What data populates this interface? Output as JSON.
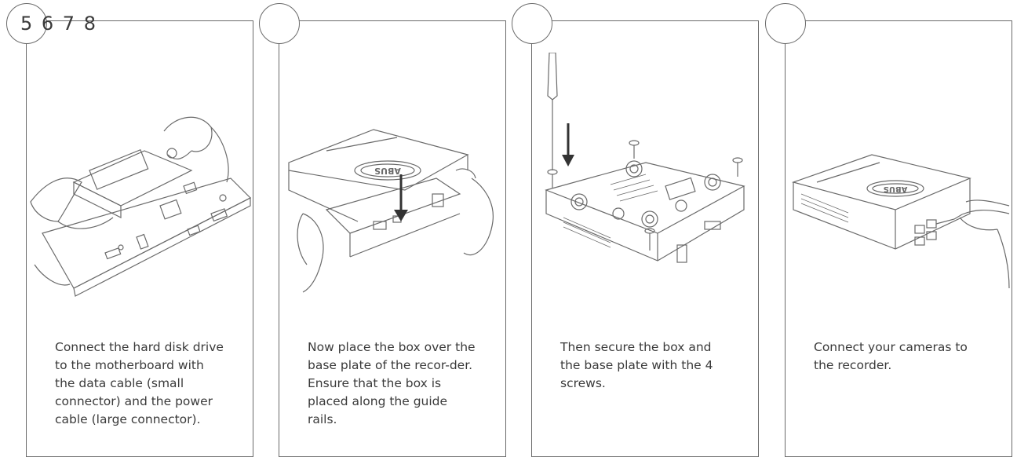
{
  "step_numbers": "5 6 7 8",
  "steps": [
    {
      "caption": "Connect the hard disk drive to the motherboard with the data cable (small connector) and the power cable (large connector)."
    },
    {
      "caption": "Now place the box over the base plate of the recor-der. Ensure that the box is placed along the guide rails."
    },
    {
      "caption": "Then secure the box and the base plate with the 4 screws."
    },
    {
      "caption": "Connect your cameras to the recorder."
    }
  ],
  "brand_logo": "ABUS",
  "colors": {
    "line": "#6a6a6a",
    "text": "#3a3a3a"
  }
}
